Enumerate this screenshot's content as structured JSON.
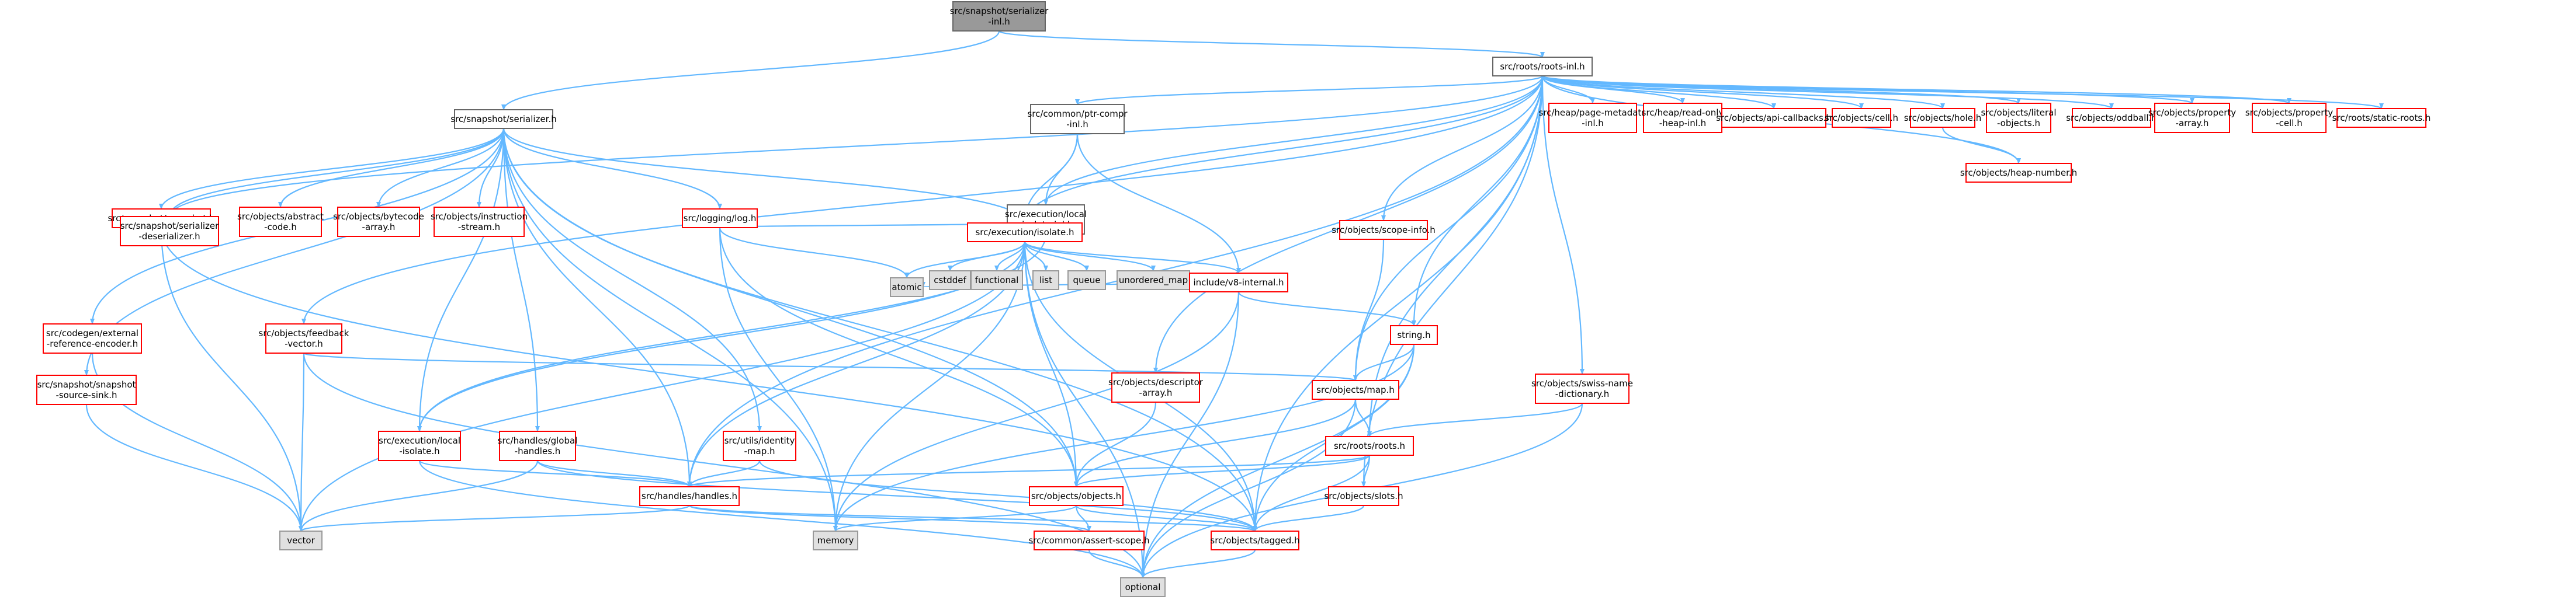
{
  "graph": {
    "colors": {
      "edge": "#63b8ff",
      "edge_dark": "#404040",
      "red_border": "#ff0000",
      "gray_fill": "#e0e0e0",
      "root_fill": "#999999"
    },
    "nodes": [
      {
        "id": "root",
        "lines": [
          "src/snapshot/serializer",
          "-inl.h"
        ],
        "style": "root"
      },
      {
        "id": "rootsinl",
        "lines": [
          "src/roots/roots-inl.h"
        ],
        "style": "black"
      },
      {
        "id": "serializer",
        "lines": [
          "src/snapshot/serializer.h"
        ],
        "style": "black"
      },
      {
        "id": "ptrcompr",
        "lines": [
          "src/common/ptr-compr",
          "-inl.h"
        ],
        "style": "black"
      },
      {
        "id": "execlocalinl",
        "lines": [
          "src/execution/local",
          "-isolate-inl.h"
        ],
        "style": "black"
      },
      {
        "id": "snapshot",
        "lines": [
          "src/snapshot/snapshot.h"
        ],
        "style": "red"
      },
      {
        "id": "abstractcode",
        "lines": [
          "src/objects/abstract",
          "-code.h"
        ],
        "style": "red"
      },
      {
        "id": "bytecode",
        "lines": [
          "src/objects/bytecode",
          "-array.h"
        ],
        "style": "red"
      },
      {
        "id": "instruction",
        "lines": [
          "src/objects/instruction",
          "-stream.h"
        ],
        "style": "red"
      },
      {
        "id": "log",
        "lines": [
          "src/logging/log.h"
        ],
        "style": "red"
      },
      {
        "id": "deserializer",
        "lines": [
          "src/snapshot/serializer",
          "-deserializer.h"
        ],
        "style": "red"
      },
      {
        "id": "isolate",
        "lines": [
          "src/execution/isolate.h"
        ],
        "style": "red"
      },
      {
        "id": "pagemeta",
        "lines": [
          "src/heap/page-metadata",
          "-inl.h"
        ],
        "style": "red"
      },
      {
        "id": "readonly",
        "lines": [
          "src/heap/read-only",
          "-heap-inl.h"
        ],
        "style": "red"
      },
      {
        "id": "apicallbacks",
        "lines": [
          "src/objects/api-callbacks.h"
        ],
        "style": "red"
      },
      {
        "id": "cell",
        "lines": [
          "src/objects/cell.h"
        ],
        "style": "red"
      },
      {
        "id": "hole",
        "lines": [
          "src/objects/hole.h"
        ],
        "style": "red"
      },
      {
        "id": "literal",
        "lines": [
          "src/objects/literal",
          "-objects.h"
        ],
        "style": "red"
      },
      {
        "id": "oddball",
        "lines": [
          "src/objects/oddball.h"
        ],
        "style": "red"
      },
      {
        "id": "proparray",
        "lines": [
          "src/objects/property",
          "-array.h"
        ],
        "style": "red"
      },
      {
        "id": "propcell",
        "lines": [
          "src/objects/property",
          "-cell.h"
        ],
        "style": "red"
      },
      {
        "id": "staticroots",
        "lines": [
          "src/roots/static-roots.h"
        ],
        "style": "red"
      },
      {
        "id": "heapnumber",
        "lines": [
          "src/objects/heap-number.h"
        ],
        "style": "red"
      },
      {
        "id": "scopeinfo",
        "lines": [
          "src/objects/scope-info.h"
        ],
        "style": "red"
      },
      {
        "id": "cstddef",
        "lines": [
          "cstddef"
        ],
        "style": "gray"
      },
      {
        "id": "functional",
        "lines": [
          "functional"
        ],
        "style": "gray"
      },
      {
        "id": "list",
        "lines": [
          "list"
        ],
        "style": "gray"
      },
      {
        "id": "queue",
        "lines": [
          "queue"
        ],
        "style": "gray"
      },
      {
        "id": "unorderedmap",
        "lines": [
          "unordered_map"
        ],
        "style": "gray"
      },
      {
        "id": "v8internal",
        "lines": [
          "include/v8-internal.h"
        ],
        "style": "red"
      },
      {
        "id": "atomic",
        "lines": [
          "atomic"
        ],
        "style": "gray"
      },
      {
        "id": "codegenext",
        "lines": [
          "src/codegen/external",
          "-reference-encoder.h"
        ],
        "style": "red"
      },
      {
        "id": "feedback",
        "lines": [
          "src/objects/feedback",
          "-vector.h"
        ],
        "style": "red"
      },
      {
        "id": "sourcesink",
        "lines": [
          "src/snapshot/snapshot",
          "-source-sink.h"
        ],
        "style": "red"
      },
      {
        "id": "execlocal",
        "lines": [
          "src/execution/local",
          "-isolate.h"
        ],
        "style": "red"
      },
      {
        "id": "globalhandles",
        "lines": [
          "src/handles/global",
          "-handles.h"
        ],
        "style": "red"
      },
      {
        "id": "identitymap",
        "lines": [
          "src/utils/identity",
          "-map.h"
        ],
        "style": "red"
      },
      {
        "id": "descarray",
        "lines": [
          "src/objects/descriptor",
          "-array.h"
        ],
        "style": "red"
      },
      {
        "id": "string",
        "lines": [
          "string.h"
        ],
        "style": "red"
      },
      {
        "id": "swissname",
        "lines": [
          "src/objects/swiss-name",
          "-dictionary.h"
        ],
        "style": "red"
      },
      {
        "id": "map",
        "lines": [
          "src/objects/map.h"
        ],
        "style": "red"
      },
      {
        "id": "roots",
        "lines": [
          "src/roots/roots.h"
        ],
        "style": "red"
      },
      {
        "id": "handles",
        "lines": [
          "src/handles/handles.h"
        ],
        "style": "red"
      },
      {
        "id": "objects",
        "lines": [
          "src/objects/objects.h"
        ],
        "style": "red"
      },
      {
        "id": "slots",
        "lines": [
          "src/objects/slots.h"
        ],
        "style": "red"
      },
      {
        "id": "vector",
        "lines": [
          "vector"
        ],
        "style": "gray"
      },
      {
        "id": "memory",
        "lines": [
          "memory"
        ],
        "style": "gray"
      },
      {
        "id": "assertscope",
        "lines": [
          "src/common/assert-scope.h"
        ],
        "style": "red"
      },
      {
        "id": "tagged",
        "lines": [
          "src/objects/tagged.h"
        ],
        "style": "red"
      },
      {
        "id": "optional",
        "lines": [
          "optional"
        ],
        "style": "gray"
      }
    ],
    "edges": [
      [
        "root",
        "rootsinl"
      ],
      [
        "root",
        "serializer"
      ],
      [
        "rootsinl",
        "ptrcompr"
      ],
      [
        "rootsinl",
        "execlocalinl"
      ],
      [
        "rootsinl",
        "isolate"
      ],
      [
        "rootsinl",
        "pagemeta"
      ],
      [
        "rootsinl",
        "readonly"
      ],
      [
        "rootsinl",
        "apicallbacks"
      ],
      [
        "rootsinl",
        "cell"
      ],
      [
        "rootsinl",
        "hole"
      ],
      [
        "rootsinl",
        "heapnumber"
      ],
      [
        "rootsinl",
        "literal"
      ],
      [
        "rootsinl",
        "oddball"
      ],
      [
        "rootsinl",
        "proparray"
      ],
      [
        "rootsinl",
        "propcell"
      ],
      [
        "rootsinl",
        "staticroots"
      ],
      [
        "rootsinl",
        "scopeinfo"
      ],
      [
        "rootsinl",
        "descarray"
      ],
      [
        "rootsinl",
        "string"
      ],
      [
        "rootsinl",
        "swissname"
      ],
      [
        "rootsinl",
        "map"
      ],
      [
        "rootsinl",
        "roots"
      ],
      [
        "rootsinl",
        "handles"
      ],
      [
        "rootsinl",
        "slots"
      ],
      [
        "rootsinl",
        "tagged"
      ],
      [
        "rootsinl",
        "feedback"
      ],
      [
        "rootsinl",
        "deserializer"
      ],
      [
        "serializer",
        "snapshot"
      ],
      [
        "serializer",
        "abstractcode"
      ],
      [
        "serializer",
        "bytecode"
      ],
      [
        "serializer",
        "instruction"
      ],
      [
        "serializer",
        "log"
      ],
      [
        "serializer",
        "deserializer"
      ],
      [
        "serializer",
        "isolate"
      ],
      [
        "serializer",
        "codegenext"
      ],
      [
        "serializer",
        "sourcesink"
      ],
      [
        "serializer",
        "execlocal"
      ],
      [
        "serializer",
        "globalhandles"
      ],
      [
        "serializer",
        "identitymap"
      ],
      [
        "serializer",
        "handles"
      ],
      [
        "serializer",
        "objects"
      ],
      [
        "serializer",
        "tagged"
      ],
      [
        "serializer",
        "memory"
      ],
      [
        "ptrcompr",
        "execlocalinl"
      ],
      [
        "ptrcompr",
        "isolate"
      ],
      [
        "ptrcompr",
        "v8internal"
      ],
      [
        "execlocalinl",
        "isolate"
      ],
      [
        "execlocalinl",
        "execlocal"
      ],
      [
        "snapshot",
        "deserializer"
      ],
      [
        "snapshot",
        "vector"
      ],
      [
        "snapshot",
        "tagged"
      ],
      [
        "log",
        "isolate"
      ],
      [
        "log",
        "atomic"
      ],
      [
        "log",
        "objects"
      ],
      [
        "log",
        "memory"
      ],
      [
        "isolate",
        "cstddef"
      ],
      [
        "isolate",
        "functional"
      ],
      [
        "isolate",
        "list"
      ],
      [
        "isolate",
        "queue"
      ],
      [
        "isolate",
        "unorderedmap"
      ],
      [
        "isolate",
        "v8internal"
      ],
      [
        "isolate",
        "atomic"
      ],
      [
        "isolate",
        "vector"
      ],
      [
        "isolate",
        "memory"
      ],
      [
        "isolate",
        "optional"
      ],
      [
        "isolate",
        "handles"
      ],
      [
        "isolate",
        "tagged"
      ],
      [
        "isolate",
        "execlocal"
      ],
      [
        "hole",
        "heapnumber"
      ],
      [
        "scopeinfo",
        "map"
      ],
      [
        "v8internal",
        "atomic"
      ],
      [
        "v8internal",
        "memory"
      ],
      [
        "v8internal",
        "optional"
      ],
      [
        "v8internal",
        "string"
      ],
      [
        "string",
        "map"
      ],
      [
        "string",
        "memory"
      ],
      [
        "string",
        "optional"
      ],
      [
        "string",
        "tagged"
      ],
      [
        "swissname",
        "roots"
      ],
      [
        "swissname",
        "optional"
      ],
      [
        "map",
        "roots"
      ],
      [
        "map",
        "objects"
      ],
      [
        "map",
        "optional"
      ],
      [
        "roots",
        "handles"
      ],
      [
        "roots",
        "objects"
      ],
      [
        "roots",
        "slots"
      ],
      [
        "roots",
        "tagged"
      ],
      [
        "codegenext",
        "vector"
      ],
      [
        "feedback",
        "vector"
      ],
      [
        "feedback",
        "map"
      ],
      [
        "feedback",
        "optional"
      ],
      [
        "sourcesink",
        "vector"
      ],
      [
        "execlocal",
        "handles"
      ],
      [
        "execlocal",
        "optional"
      ],
      [
        "globalhandles",
        "handles"
      ],
      [
        "globalhandles",
        "vector"
      ],
      [
        "globalhandles",
        "tagged"
      ],
      [
        "identitymap",
        "handles"
      ],
      [
        "identitymap",
        "tagged"
      ],
      [
        "descarray",
        "objects"
      ],
      [
        "handles",
        "vector"
      ],
      [
        "handles",
        "assertscope"
      ],
      [
        "handles",
        "tagged"
      ],
      [
        "objects",
        "isolate"
      ],
      [
        "objects",
        "memory"
      ],
      [
        "objects",
        "assertscope"
      ],
      [
        "objects",
        "tagged"
      ],
      [
        "slots",
        "tagged"
      ],
      [
        "assertscope",
        "optional"
      ],
      [
        "tagged",
        "optional"
      ]
    ]
  }
}
